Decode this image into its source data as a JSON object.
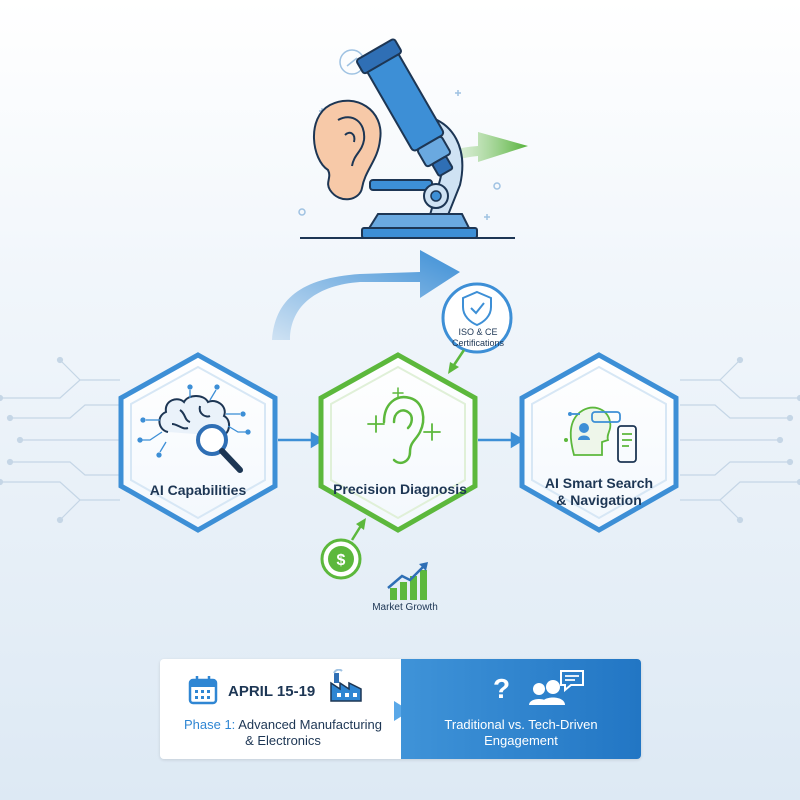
{
  "nodes": {
    "ai_capabilities": "AI Capabilities",
    "precision_diagnosis": "Precision Diagnosis",
    "ai_smart_search_line1": "AI Smart Search",
    "ai_smart_search_line2": "& Navigation"
  },
  "badges": {
    "certifications_line1": "ISO & CE",
    "certifications_line2": "Certifications",
    "market_growth": "Market Growth"
  },
  "banner": {
    "date": "APRIL 15-19",
    "phase_prefix": "Phase 1:",
    "phase_line1": "Advanced Manufacturing",
    "phase_line2": "& Electronics",
    "right_line1": "Traditional vs. Tech-Driven",
    "right_line2": "Engagement"
  },
  "icons": {
    "microscope": "microscope-icon",
    "ear": "ear-icon",
    "brain": "brain-magnifier-icon",
    "shield": "shield-check-icon",
    "dollar": "dollar-icon",
    "growth": "growth-chart-icon",
    "calendar": "calendar-icon",
    "factory": "factory-icon",
    "question": "question-icon",
    "users_chat": "users-chat-icon"
  },
  "colors": {
    "blue": "#2f86d3",
    "green": "#5cb83c",
    "navy": "#1d3654"
  }
}
